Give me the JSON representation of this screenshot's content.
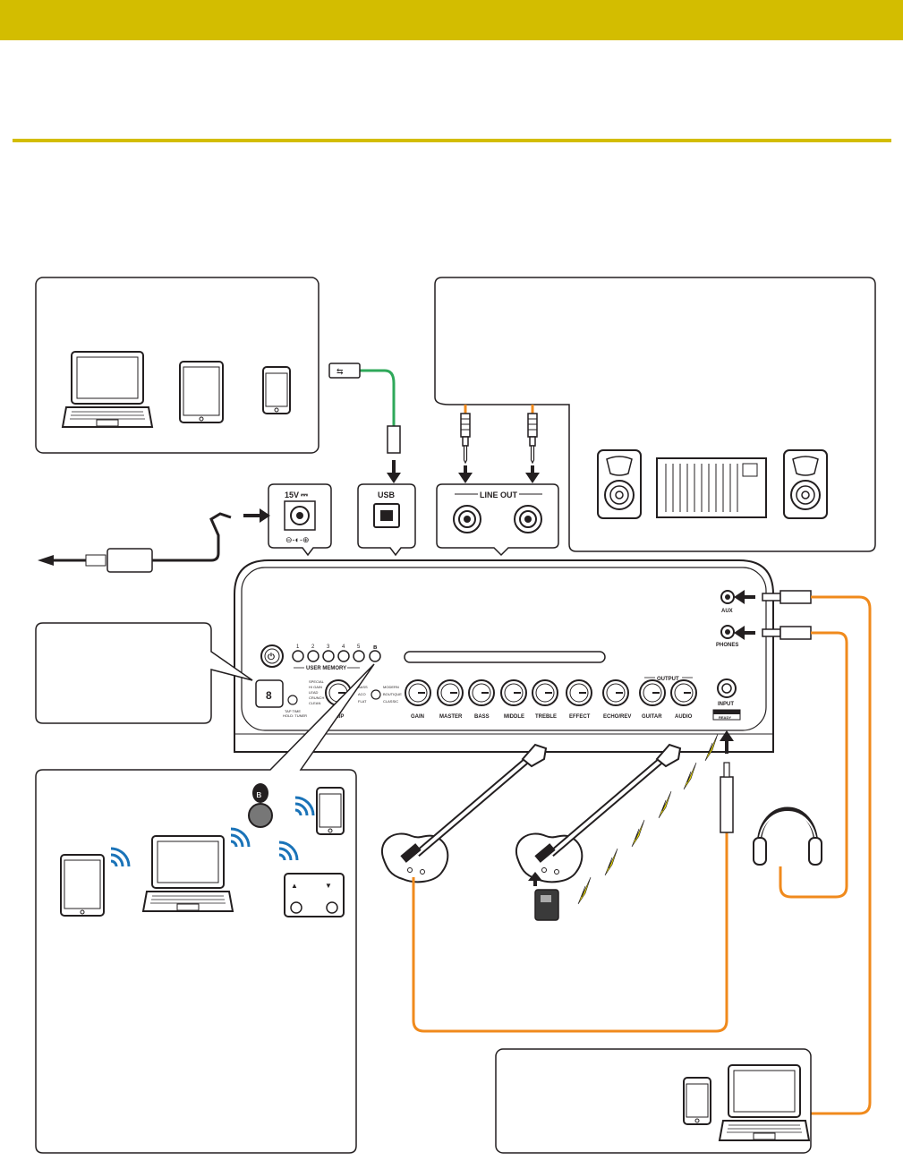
{
  "colors": {
    "header_bar": "#d3bd00",
    "divider": "#d3bd00",
    "cable_orange": "#f08a1c",
    "cable_green": "#2fa85a",
    "bluetooth_blue": "#1a73b8",
    "wireless_yellow": "#e7d800",
    "outline": "#231f20"
  },
  "panel": {
    "power_label": "15V",
    "power_symbol": "⎓",
    "polarity": "⊖-◐-⊕",
    "usb_label": "USB",
    "line_out_label": "LINE OUT",
    "aux_label": "AUX",
    "phones_label": "PHONES",
    "input_label": "INPUT",
    "wireless_ready_label": "READY",
    "user_memory_label": "USER MEMORY",
    "user_memory_numbers": [
      "1",
      "2",
      "3",
      "4",
      "5"
    ],
    "tap_label": "TAP TIME\nHOLD: TUNER",
    "amp_label": "AMP",
    "amp_types_left": [
      "SPECIAL",
      "HI GAIN",
      "LEAD",
      "CRUNCH",
      "CLEAN"
    ],
    "amp_types_right": [
      "BASS",
      "ACO",
      "FLAT"
    ],
    "amp_mode_labels": [
      "MODERN",
      "BOUTIQUE",
      "CLASSIC"
    ],
    "knobs": [
      "GAIN",
      "MASTER",
      "BASS",
      "MIDDLE",
      "TREBLE",
      "EFFECT",
      "ECHO/REV",
      "GUITAR",
      "AUDIO"
    ],
    "output_label": "OUTPUT"
  },
  "icons": {
    "bluetooth": "bluetooth-icon",
    "usb_symbol": "usb-icon",
    "power": "power-icon"
  }
}
